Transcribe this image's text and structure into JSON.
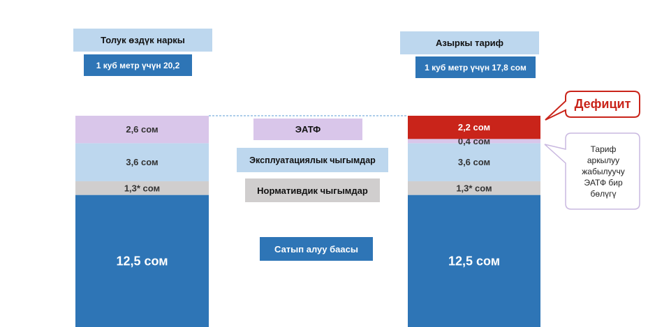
{
  "colors": {
    "purchase": "#2e75b6",
    "normative": "#d0cece",
    "operational": "#bdd7ee",
    "eatf": "#d9c6ea",
    "deficit": "#c9241a",
    "deficit_text": "#c9241a"
  },
  "left": {
    "title": "Толук өздүк наркы",
    "subtitle": "1 куб метр үчүн 20,2"
  },
  "right": {
    "title": "Азыркы тариф",
    "subtitle": "1 куб метр үчүн 17,8 сом"
  },
  "legend": {
    "eatf": "ЭАТФ",
    "operational": "Эксплуатациялык чыгымдар",
    "normative": "Нормативдик чыгымдар",
    "purchase": "Сатып алуу баасы"
  },
  "callouts": {
    "deficit": "Дефицит",
    "note": "Тариф аркылуу жабылуучу ЭАТФ бир бөлүгү"
  },
  "chart_data": {
    "type": "bar",
    "stacked": true,
    "categories": [
      "Толук өздүк наркы",
      "Азыркы тариф"
    ],
    "series": [
      {
        "name": "Сатып алуу баасы",
        "values": [
          12.5,
          12.5
        ],
        "labels": [
          "12,5 сом",
          "12,5 сом"
        ]
      },
      {
        "name": "Нормативдик чыгымдар",
        "values": [
          1.3,
          1.3
        ],
        "labels": [
          "1,3* сом",
          "1,3* сом"
        ]
      },
      {
        "name": "Эксплуатациялык чыгымдар",
        "values": [
          3.6,
          3.6
        ],
        "labels": [
          "3,6 сом",
          "3,6 сом"
        ]
      },
      {
        "name": "ЭАТФ",
        "values": [
          2.6,
          0.4
        ],
        "labels": [
          "2,6 сом",
          "0,4 сом"
        ]
      },
      {
        "name": "Дефицит",
        "values": [
          0,
          2.2
        ],
        "labels": [
          "",
          "2,2 сом"
        ]
      }
    ],
    "totals": [
      20.2,
      17.8
    ]
  }
}
